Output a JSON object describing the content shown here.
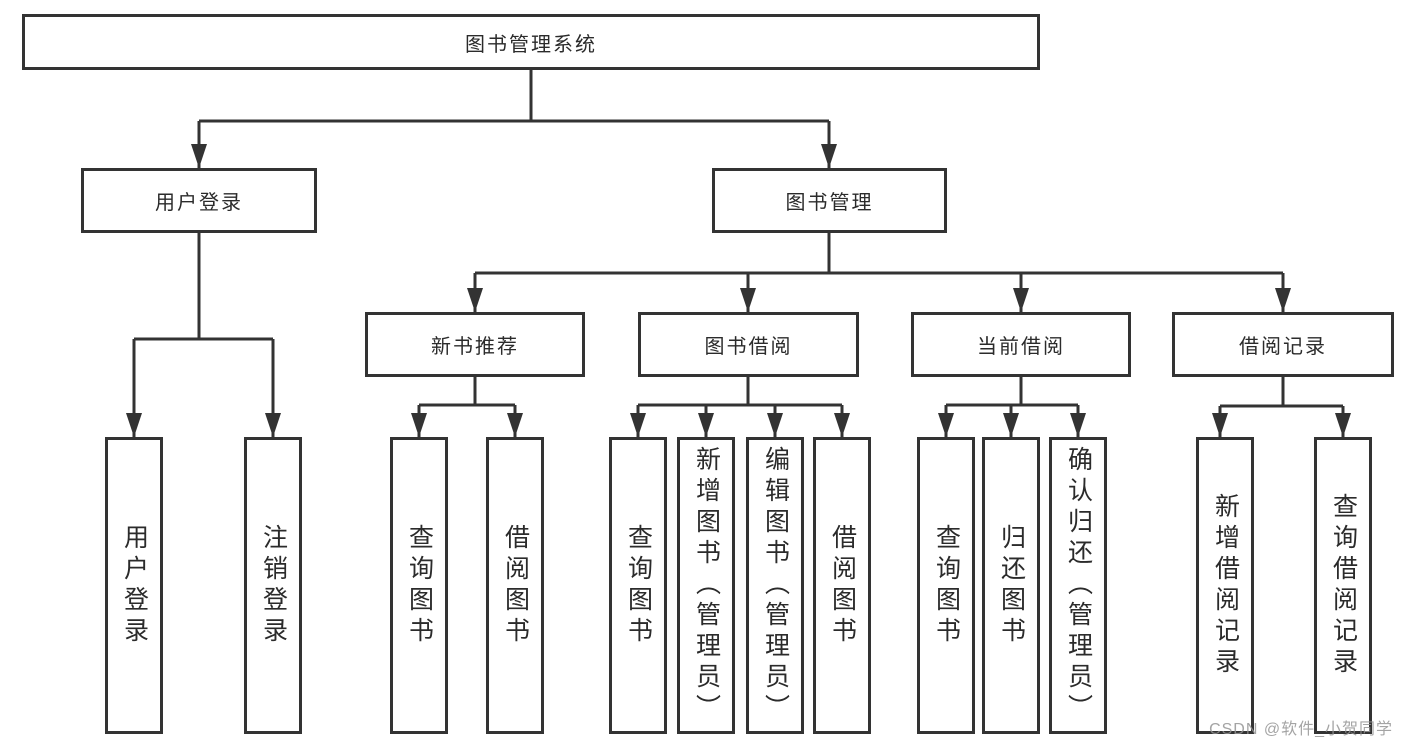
{
  "tree": {
    "root": {
      "label": "图书管理系统"
    },
    "login": {
      "label": "用户登录",
      "children": [
        "用户登录",
        "注销登录"
      ]
    },
    "management": {
      "label": "图书管理",
      "sections": [
        {
          "label": "新书推荐",
          "children": [
            "查询图书",
            "借阅图书"
          ]
        },
        {
          "label": "图书借阅",
          "children": [
            "查询图书",
            "新增图书（管理员）",
            "编辑图书（管理员）",
            "借阅图书"
          ]
        },
        {
          "label": "当前借阅",
          "children": [
            "查询图书",
            "归还图书",
            "确认归还（管理员）"
          ]
        },
        {
          "label": "借阅记录",
          "children": [
            "新增借阅记录",
            "查询借阅记录"
          ]
        }
      ]
    }
  },
  "watermark": {
    "text": "CSDN @软件_小贺同学"
  },
  "colors": {
    "line": "#333333",
    "box_border": "#333333",
    "box_fill": "#ffffff",
    "text": "#2b2b2b",
    "watermark": "#949494",
    "background": "#ffffff"
  }
}
